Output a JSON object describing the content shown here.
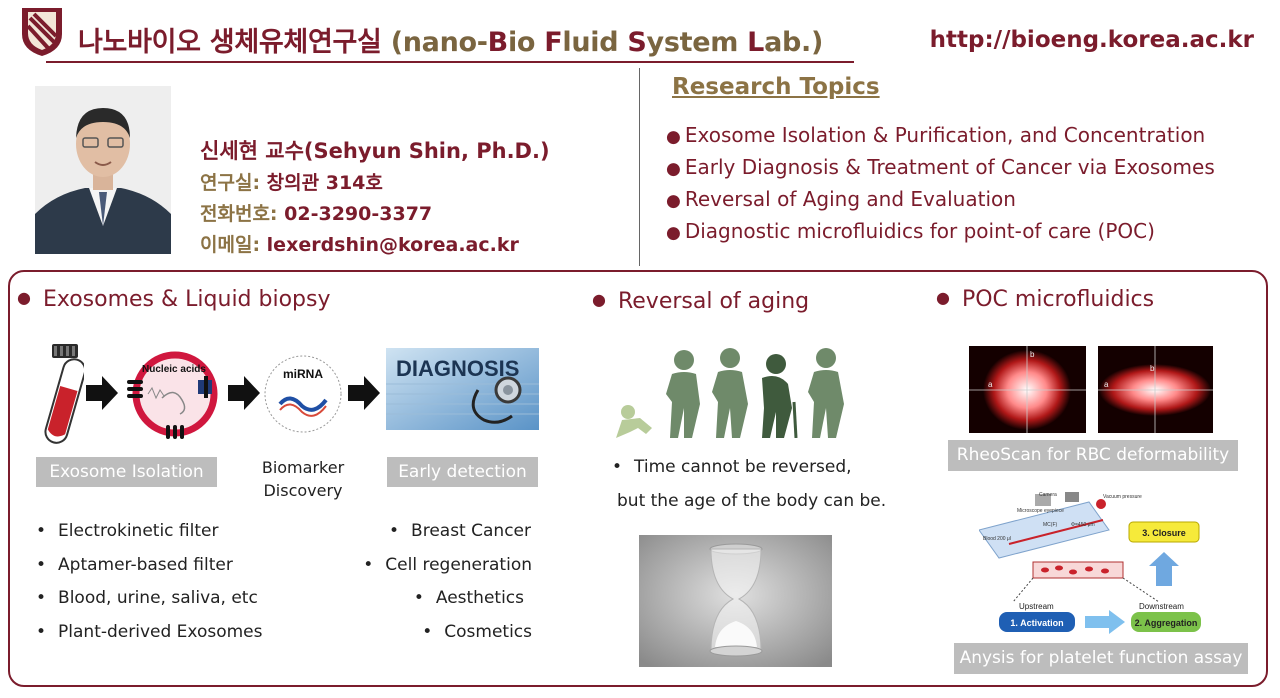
{
  "header": {
    "title_korean": "나노바이오 생체유체연구실",
    "title_open": "(",
    "title_parts": [
      {
        "t": "nano-",
        "c": "tw"
      },
      {
        "t": "B",
        "c": "m"
      },
      {
        "t": "io ",
        "c": "tw"
      },
      {
        "t": "F",
        "c": "m"
      },
      {
        "t": "luid ",
        "c": "tw"
      },
      {
        "t": "S",
        "c": "m"
      },
      {
        "t": "ystem ",
        "c": "tw"
      },
      {
        "t": "L",
        "c": "m"
      },
      {
        "t": "ab.",
        "c": "tw"
      }
    ],
    "title_close": ")",
    "url": "http://bioeng.korea.ac.kr"
  },
  "profile": {
    "name": "신세현 교수(Sehyun Shin, Ph.D.)",
    "office_label": "연구실:",
    "office_value": "창의관 314호",
    "phone_label": "전화번호:",
    "phone_value": "02-3290-3377",
    "email_label": "이메일:",
    "email_value": "lexerdshin@korea.ac.kr"
  },
  "research": {
    "title": "Research Topics",
    "topics": [
      "Exosome Isolation & Purification, and Concentration",
      "Early Diagnosis & Treatment of Cancer via Exosomes",
      "Reversal of Aging and Evaluation",
      "Diagnostic microfluidics for point-of care (POC)"
    ]
  },
  "exosomes": {
    "title": "Exosomes & Liquid biopsy",
    "nucleic_label": "Nucleic acids",
    "mirna_label": "miRNA",
    "diagnosis_label": "DIAGNOSIS",
    "isolation_label": "Exosome Isolation",
    "biomarker_line1": "Biomarker",
    "biomarker_line2": "Discovery",
    "early_label": "Early detection",
    "left_items": [
      "Electrokinetic filter",
      "Aptamer-based filter",
      "Blood, urine, saliva, etc",
      "Plant-derived Exosomes"
    ],
    "right_items": [
      "Breast Cancer",
      "Cell regeneration",
      "Aesthetics",
      "Cosmetics"
    ]
  },
  "aging": {
    "title": "Reversal of aging",
    "line1": "Time cannot be reversed,",
    "line2": "but the age of the body can be."
  },
  "poc": {
    "title": "POC microfluidics",
    "axis_a": "a",
    "axis_b": "b",
    "rheoscan_label": "RheoScan for RBC deformability",
    "anysis_label": "Anysis for platelet function assay",
    "diagram": {
      "camera": "Camera",
      "vacuum": "Vacuum pressure",
      "microscope": "Microscope eyepiece",
      "blood": "Blood 200 μl",
      "mc": "MC(F)",
      "dia": "Φ=450 μm",
      "upstream": "Upstream",
      "downstream": "Downstream",
      "step1": "1.   Activation",
      "step2": "2. Aggregation",
      "step3": "3. Closure"
    }
  },
  "colors": {
    "maroon": "#7b1c2c",
    "gold": "#8c7345",
    "gray_box": "#bdbdbd",
    "figure_green": "#6f8a6a"
  }
}
